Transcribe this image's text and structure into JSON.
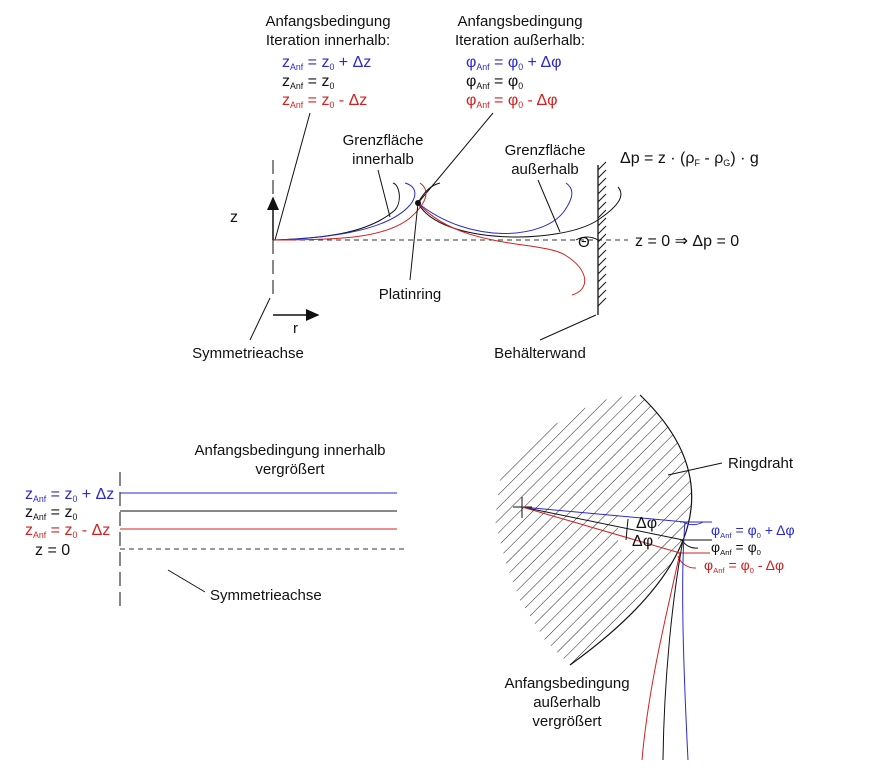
{
  "top": {
    "inner_title": [
      "Anfangsbedingung",
      "Iteration innerhalb:"
    ],
    "outer_title": [
      "Anfangsbedingung",
      "Iteration außerhalb:"
    ],
    "inner_eqs": [
      {
        "v": "z",
        "s": "Anf",
        "eq": " = z",
        "s0": "0",
        "tail": " + Δz",
        "color": "#2a2ad0"
      },
      {
        "v": "z",
        "s": "Anf",
        "eq": " = z",
        "s0": "0",
        "tail": "",
        "color": "#111111"
      },
      {
        "v": "z",
        "s": "Anf",
        "eq": " = z",
        "s0": "0",
        "tail": " - Δz",
        "color": "#d42020"
      }
    ],
    "outer_eqs": [
      {
        "v": "φ",
        "s": "Anf",
        "eq": " = φ",
        "s0": "0",
        "tail": " + Δφ",
        "color": "#2a2ad0"
      },
      {
        "v": "φ",
        "s": "Anf",
        "eq": " = φ",
        "s0": "0",
        "tail": "",
        "color": "#111111"
      },
      {
        "v": "φ",
        "s": "Anf",
        "eq": " = φ",
        "s0": "0",
        "tail": " - Δφ",
        "color": "#d42020"
      }
    ],
    "grenz_inner": [
      "Grenzfläche",
      "innerhalb"
    ],
    "grenz_outer": [
      "Grenzfläche",
      "außerhalb"
    ],
    "pressure": {
      "a": "Δp = z · (ρ",
      "sF": "F",
      "b": " - ρ",
      "sG": "G",
      "c": ") · g"
    },
    "zero_eq": "z = 0  ⇒  Δp = 0",
    "theta": "Θ",
    "z_axis": "z",
    "r_axis": "r",
    "platinring": "Platinring",
    "symmetrieachse": "Symmetrieachse",
    "behaelterwand": "Behälterwand"
  },
  "bottom_left": {
    "title": [
      "Anfangsbedingung innerhalb",
      "vergrößert"
    ],
    "eqs": [
      {
        "v": "z",
        "s": "Anf",
        "eq": " = z",
        "s0": "0",
        "tail": " + Δz",
        "color": "#2a2ad0"
      },
      {
        "v": "z",
        "s": "Anf",
        "eq": " = z",
        "s0": "0",
        "tail": "",
        "color": "#111111"
      },
      {
        "v": "z",
        "s": "Anf",
        "eq": " = z",
        "s0": "0",
        "tail": " - Δz",
        "color": "#d42020"
      }
    ],
    "zero": "z = 0",
    "symmetrieachse": "Symmetrieachse"
  },
  "bottom_right": {
    "ringdraht": "Ringdraht",
    "delta_phi": [
      "Δφ",
      "Δφ"
    ],
    "eqs": [
      {
        "v": "φ",
        "s": "Anf",
        "eq": " = φ",
        "s0": "0",
        "tail": " + Δφ",
        "color": "#2a2ad0"
      },
      {
        "v": "φ",
        "s": "Anf",
        "eq": " = φ",
        "s0": "0",
        "tail": "",
        "color": "#111111"
      },
      {
        "v": "φ",
        "s": "Anf",
        "eq": " = φ",
        "s0": "0",
        "tail": " - Δφ",
        "color": "#d42020"
      }
    ],
    "title": [
      "Anfangsbedingung",
      "außerhalb",
      "vergrößert"
    ]
  },
  "colors": {
    "blue": "#2a2ad0",
    "black": "#111111",
    "red": "#d42020"
  }
}
